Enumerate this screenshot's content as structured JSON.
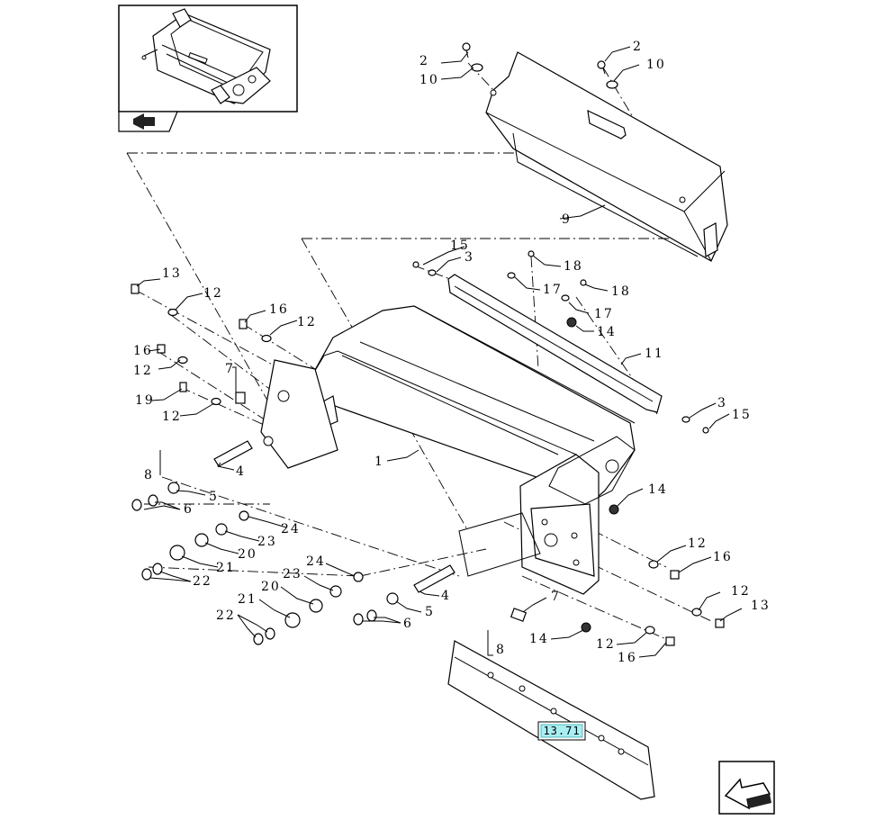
{
  "diagram": {
    "callouts": [
      "1",
      "2",
      "2",
      "3",
      "3",
      "4",
      "4",
      "5",
      "5",
      "6",
      "6",
      "7",
      "7",
      "8",
      "8",
      "9",
      "10",
      "10",
      "11",
      "12",
      "12",
      "12",
      "12",
      "12",
      "12",
      "12",
      "13",
      "13",
      "14",
      "14",
      "14",
      "15",
      "15",
      "16",
      "16",
      "16",
      "16",
      "17",
      "17",
      "18",
      "18",
      "19",
      "20",
      "20",
      "21",
      "21",
      "22",
      "22",
      "23",
      "23",
      "24",
      "24"
    ],
    "reference_box": "13.71",
    "icons": {
      "overview": "assembly-thumbnail",
      "nav_back": "return-arrow-icon",
      "nav_next": "next-page-arrow-icon"
    }
  }
}
